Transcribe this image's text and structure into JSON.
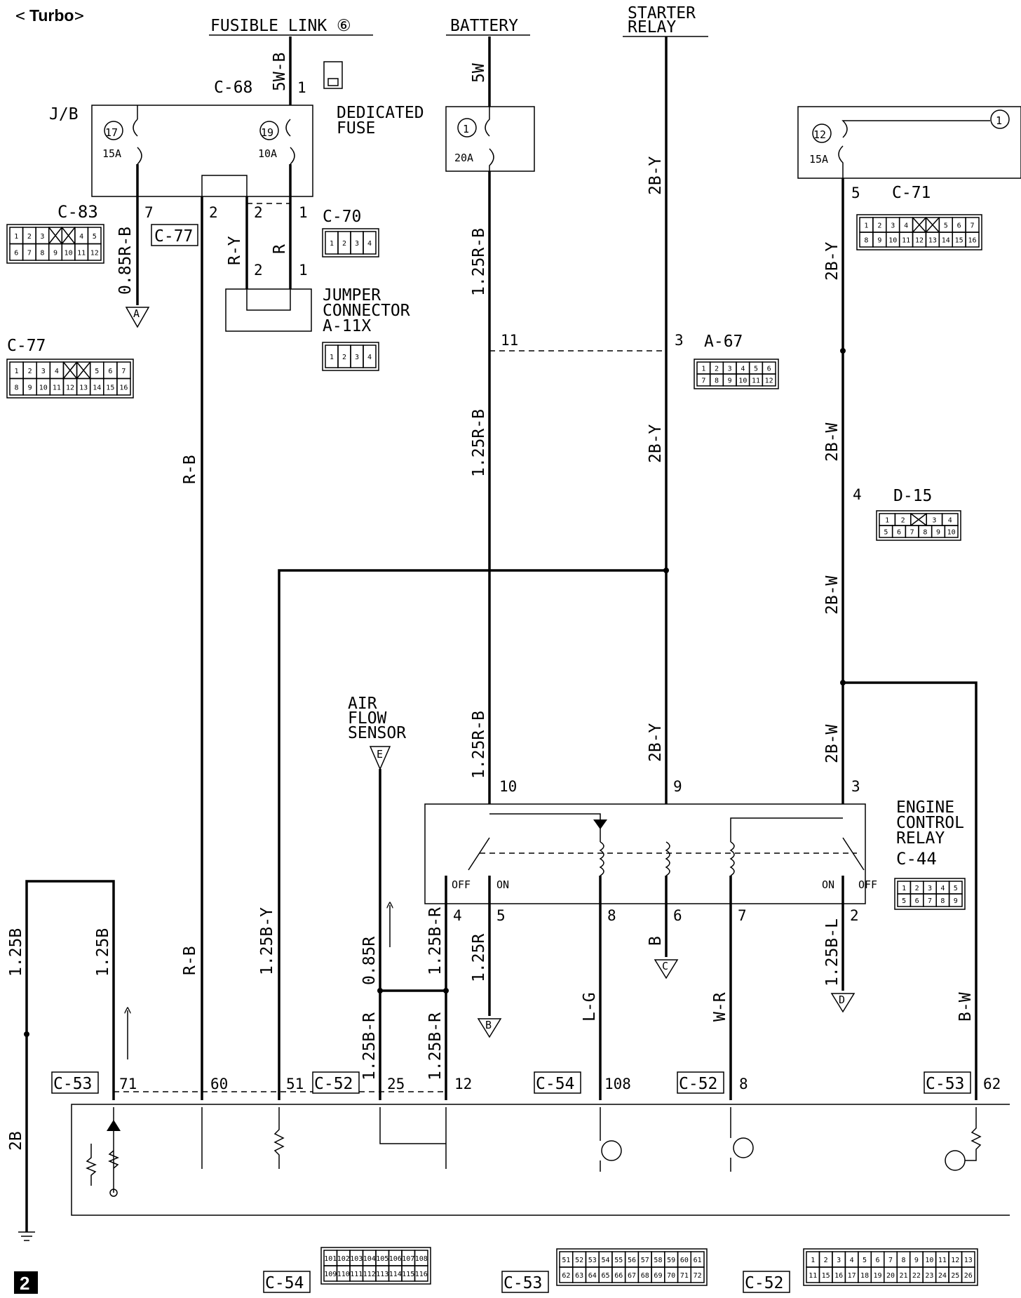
{
  "heading": {
    "open": "<",
    "text": "Turbo",
    "close": ">"
  },
  "page_badge": "2",
  "sources": {
    "fusible_link": "FUSIBLE LINK ⑥",
    "battery": "BATTERY",
    "starter_relay_1": "STARTER",
    "starter_relay_2": "RELAY"
  },
  "junction_block": {
    "name": "J/B",
    "fuse17": "17",
    "fuse17_amp": "15A",
    "fuse19": "19",
    "fuse19_amp": "10A",
    "fuse12": "12",
    "fuse12_amp": "15A",
    "circle_1": "1"
  },
  "dedicated_fuse": {
    "label1": "DEDICATED",
    "label2": "FUSE",
    "num": "1",
    "amp": "20A"
  },
  "connectors": {
    "c68": "C-68",
    "c83": "C-83",
    "c77": "C-77",
    "c70": "C-70",
    "a11x": "A-11X",
    "a67": "A-67",
    "c71": "C-71",
    "d15": "D-15",
    "c44": "C-44",
    "c52": "C-52",
    "c53": "C-53",
    "c54": "C-54"
  },
  "jumper": {
    "line1": "JUMPER",
    "line2": "CONNECTOR"
  },
  "air_flow": {
    "line1": "AIR",
    "line2": "FLOW",
    "line3": "SENSOR",
    "tag": "E"
  },
  "relay": {
    "line1": "ENGINE",
    "line2": "CONTROL",
    "line3": "RELAY",
    "off": "OFF",
    "on": "ON"
  },
  "wires": {
    "w5wb": "5W-B",
    "w5w": "5W",
    "w2by": "2B-Y",
    "w085rb": "0.85R-B",
    "wry": "R-Y",
    "wr": "R",
    "w125rb": "1.25R-B",
    "wrb": "R-B",
    "w2bw": "2B-W",
    "w125by": "1.25B-Y",
    "w085r": "0.85R",
    "w125br": "1.25B-R",
    "w125r": "1.25R",
    "wlg": "L-G",
    "wb": "B",
    "wwr": "W-R",
    "w125bl": "1.25B-L",
    "wbw": "B-W",
    "w125b": "1.25B",
    "w2b": "2B"
  },
  "grounds": {
    "a": "A",
    "b": "B",
    "c": "C",
    "d": "D"
  },
  "pins": {
    "p1": "1",
    "p7": "7",
    "p2": "2",
    "p2b": "2",
    "p1b": "1",
    "p2c": "2",
    "p1c": "1",
    "p11": "11",
    "p3": "3",
    "p5": "5",
    "p4": "4",
    "p10": "10",
    "p9": "9",
    "p3b": "3",
    "p4b": "4",
    "p5b": "5",
    "p8": "8",
    "p6": "6",
    "p7b": "7",
    "p2d": "2",
    "p71": "71",
    "p60": "60",
    "p51": "51",
    "p25": "25",
    "p12": "12",
    "p108": "108",
    "p8b": "8",
    "p62": "62"
  },
  "grids": {
    "c83": [
      [
        "1",
        "2",
        "3",
        "x",
        "x",
        "4",
        "5"
      ],
      [
        "6",
        "7",
        "8",
        "9",
        "10",
        "11",
        "12"
      ]
    ],
    "c77": [
      [
        "1",
        "2",
        "3",
        "4",
        "x",
        "x",
        "5",
        "6",
        "7"
      ],
      [
        "8",
        "9",
        "10",
        "11",
        "12",
        "13",
        "14",
        "15",
        "16"
      ]
    ],
    "c70": [
      [
        "1",
        "2",
        "3",
        "4"
      ]
    ],
    "a11x": [
      [
        "1",
        "2",
        "3",
        "4"
      ]
    ],
    "a67": [
      [
        "1",
        "2",
        "3",
        "4",
        "5",
        "6"
      ],
      [
        "7",
        "8",
        "9",
        "10",
        "11",
        "12"
      ]
    ],
    "c71": [
      [
        "1",
        "2",
        "3",
        "4",
        "x",
        "x",
        "5",
        "6",
        "7"
      ],
      [
        "8",
        "9",
        "10",
        "11",
        "12",
        "13",
        "14",
        "15",
        "16"
      ]
    ],
    "d15": [
      [
        "1",
        "2",
        "x",
        "3",
        "4"
      ],
      [
        "5",
        "6",
        "7",
        "8",
        "9",
        "10"
      ]
    ],
    "c44": [
      [
        "1",
        "2",
        "3",
        "4",
        "5"
      ],
      [
        "5",
        "6",
        "7",
        "8",
        "9"
      ]
    ],
    "c54": [
      [
        "101",
        "102",
        "103",
        "104",
        "105",
        "106",
        "107",
        "108"
      ],
      [
        "109",
        "110",
        "111",
        "112",
        "113",
        "114",
        "115",
        "116"
      ]
    ],
    "c53": [
      [
        "51",
        "52",
        "53",
        "54",
        "55",
        "56",
        "57",
        "58",
        "59",
        "60",
        "61"
      ],
      [
        "62",
        "63",
        "64",
        "65",
        "66",
        "67",
        "68",
        "69",
        "70",
        "71",
        "72"
      ]
    ],
    "c52": [
      [
        "1",
        "2",
        "3",
        "4",
        "5",
        "6",
        "7",
        "8",
        "9",
        "10",
        "11",
        "12",
        "13"
      ],
      [
        "11",
        "15",
        "16",
        "17",
        "18",
        "19",
        "20",
        "21",
        "22",
        "23",
        "24",
        "25",
        "26"
      ]
    ]
  }
}
